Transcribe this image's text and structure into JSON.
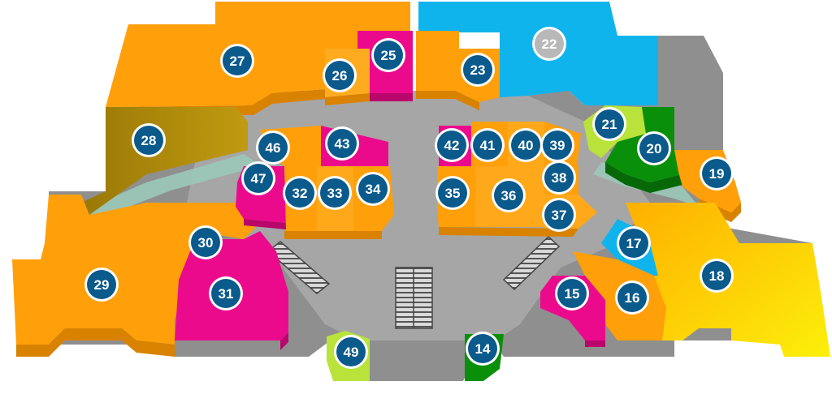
{
  "colors": {
    "orange": "#ff9f0a",
    "orange_dark": "#d98200",
    "pink": "#ec0a8c",
    "pink_dark": "#b8066b",
    "blue": "#10b4ec",
    "green": "#0a8f0a",
    "lime": "#b9e33a",
    "olive": "#a88208",
    "yellow": "#fcef0a",
    "corridor": "#a3a3a3",
    "badge_fill": "#0a5a8c",
    "badge_grey": "#b8b8b8"
  },
  "units": [
    {
      "id": "49",
      "label": "49",
      "color": "lime"
    },
    {
      "id": "14",
      "label": "14",
      "color": "green"
    },
    {
      "id": "15",
      "label": "15",
      "color": "pink"
    },
    {
      "id": "16",
      "label": "16",
      "color": "orange"
    },
    {
      "id": "17",
      "label": "17",
      "color": "blue"
    },
    {
      "id": "18",
      "label": "18",
      "color": "yellow"
    },
    {
      "id": "19",
      "label": "19",
      "color": "orange"
    },
    {
      "id": "20",
      "label": "20",
      "color": "green"
    },
    {
      "id": "21",
      "label": "21",
      "color": "lime"
    },
    {
      "id": "22",
      "label": "22",
      "color": "blue",
      "unavailable": true
    },
    {
      "id": "23",
      "label": "23",
      "color": "orange"
    },
    {
      "id": "25",
      "label": "25",
      "color": "pink"
    },
    {
      "id": "26",
      "label": "26",
      "color": "orange"
    },
    {
      "id": "27",
      "label": "27",
      "color": "orange"
    },
    {
      "id": "28",
      "label": "28",
      "color": "olive"
    },
    {
      "id": "29",
      "label": "29",
      "color": "orange"
    },
    {
      "id": "30",
      "label": "30",
      "color": "orange"
    },
    {
      "id": "31",
      "label": "31",
      "color": "pink"
    },
    {
      "id": "32",
      "label": "32",
      "color": "orange"
    },
    {
      "id": "33",
      "label": "33",
      "color": "orange"
    },
    {
      "id": "34",
      "label": "34",
      "color": "orange"
    },
    {
      "id": "35",
      "label": "35",
      "color": "orange"
    },
    {
      "id": "36",
      "label": "36",
      "color": "orange"
    },
    {
      "id": "37",
      "label": "37",
      "color": "orange"
    },
    {
      "id": "38",
      "label": "38",
      "color": "orange"
    },
    {
      "id": "39",
      "label": "39",
      "color": "orange"
    },
    {
      "id": "40",
      "label": "40",
      "color": "orange"
    },
    {
      "id": "41",
      "label": "41",
      "color": "orange"
    },
    {
      "id": "42",
      "label": "42",
      "color": "pink"
    },
    {
      "id": "43",
      "label": "43",
      "color": "pink"
    },
    {
      "id": "46",
      "label": "46",
      "color": "orange"
    },
    {
      "id": "47",
      "label": "47",
      "color": "pink"
    }
  ]
}
